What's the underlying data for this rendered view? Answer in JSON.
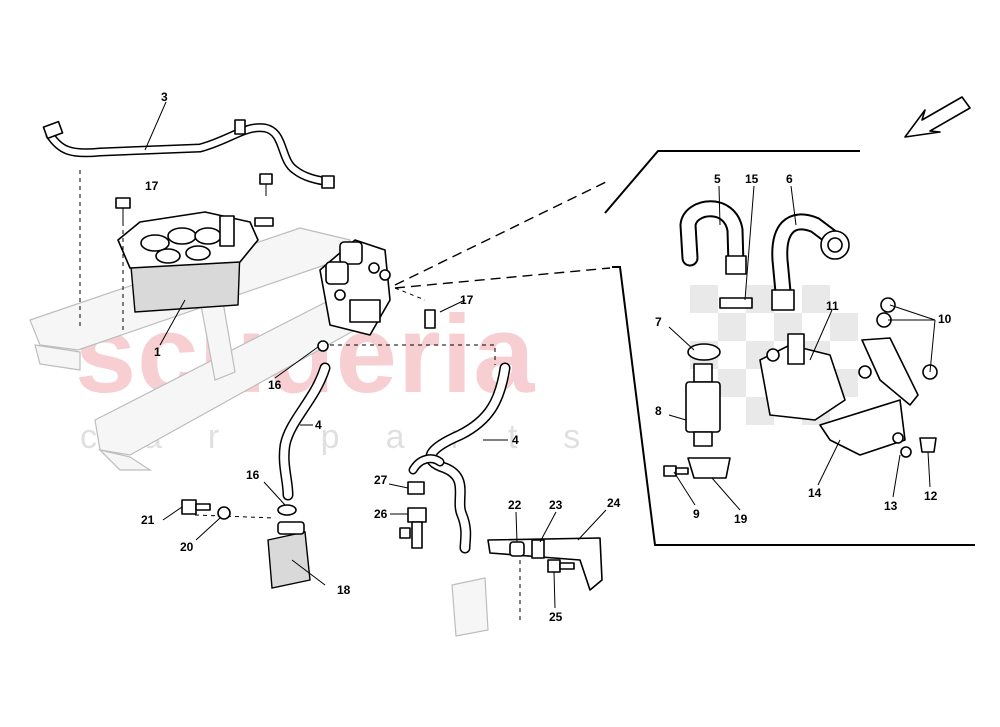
{
  "watermark": {
    "brand": "scuderia",
    "tagline": "car parts"
  },
  "callouts": {
    "c1": "1",
    "c3": "3",
    "c4a": "4",
    "c4b": "4",
    "c5": "5",
    "c6": "6",
    "c7": "7",
    "c8": "8",
    "c9": "9",
    "c10": "10",
    "c11": "11",
    "c12": "12",
    "c13": "13",
    "c14": "14",
    "c15": "15",
    "c16a": "16",
    "c16b": "16",
    "c17a": "17",
    "c17b": "17",
    "c18": "18",
    "c19": "19",
    "c20": "20",
    "c21": "21",
    "c22": "22",
    "c23": "23",
    "c24": "24",
    "c25": "25",
    "c26": "26",
    "c27": "27"
  },
  "icons": {
    "direction": "arrow-down-left-icon"
  }
}
